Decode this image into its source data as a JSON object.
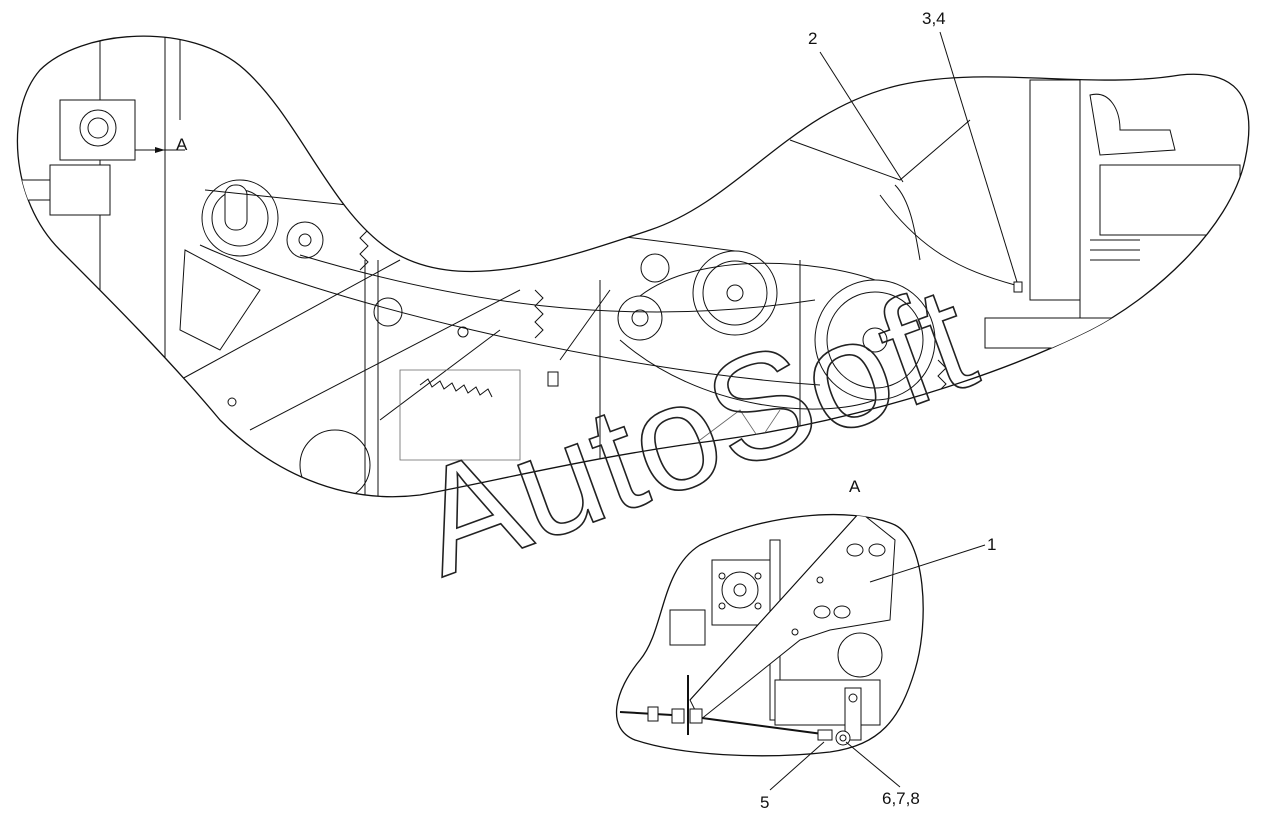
{
  "diagram": {
    "view_label_main": "A",
    "view_label_detail": "A",
    "callouts": [
      {
        "id": "c1",
        "text": "1"
      },
      {
        "id": "c2",
        "text": "2"
      },
      {
        "id": "c34",
        "text": "3,4"
      },
      {
        "id": "c5",
        "text": "5"
      },
      {
        "id": "c678",
        "text": "6,7,8"
      }
    ],
    "watermark": "AutoSoft"
  }
}
